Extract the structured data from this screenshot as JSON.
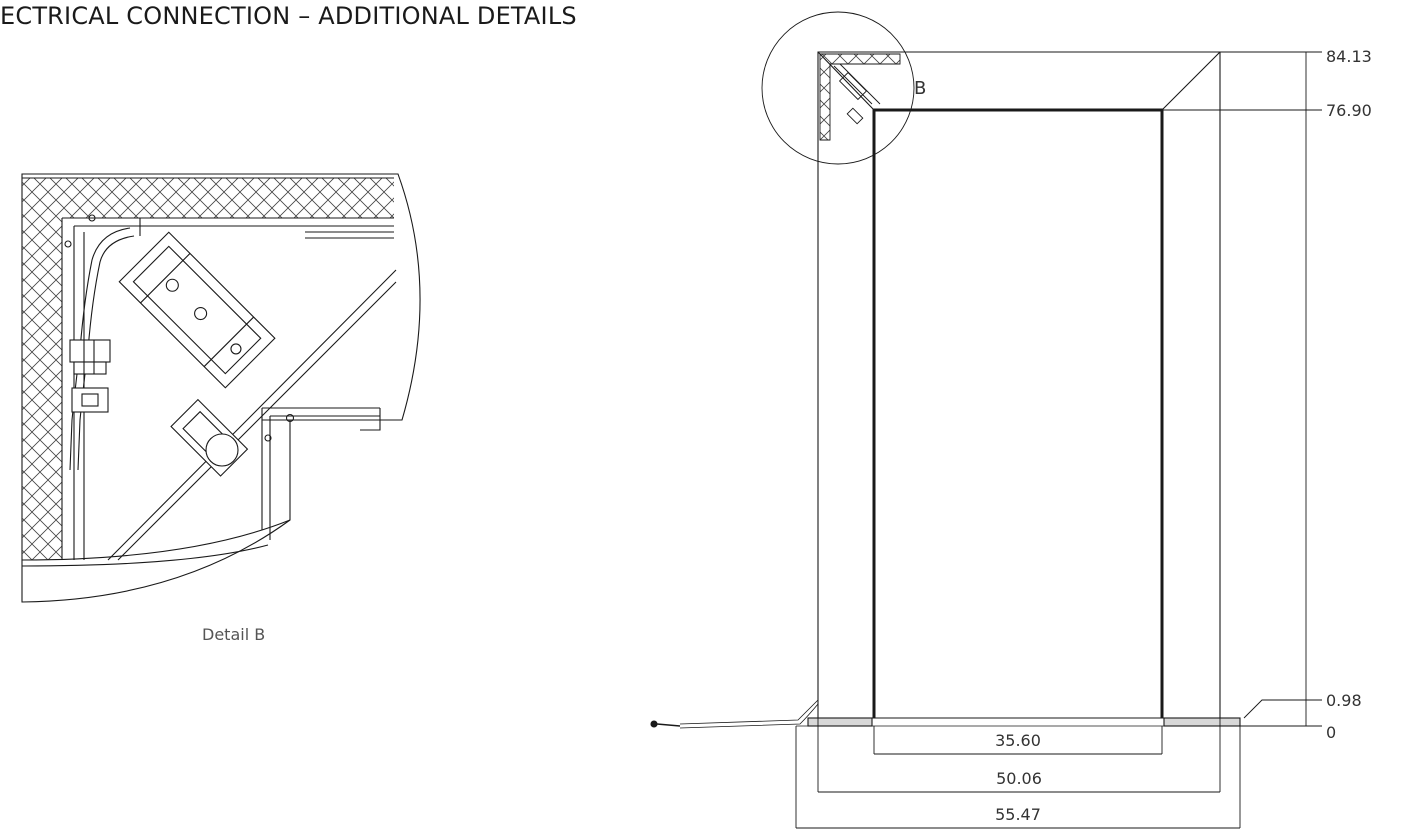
{
  "title": "ECTRICAL CONNECTION – ADDITIONAL DETAILS",
  "detail": {
    "caption": "Detail B",
    "callout": "B"
  },
  "dimensions": {
    "vertical": [
      "84.13",
      "76.90",
      "0.98",
      "0"
    ],
    "horizontal": [
      "35.60",
      "50.06",
      "55.47"
    ]
  },
  "colors": {
    "line": "#1a1a1a",
    "text": "#333333"
  }
}
